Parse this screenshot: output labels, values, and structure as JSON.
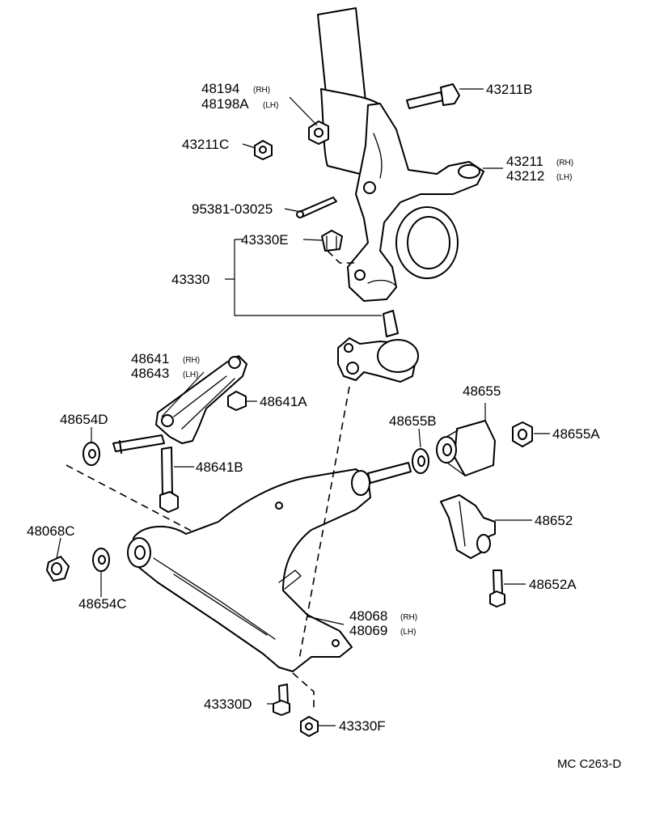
{
  "diagram_code": "MC C263-D",
  "labels": {
    "p48194": "48194",
    "p48194_side": "(RH)",
    "p48198A": "48198A",
    "p48198A_side": "(LH)",
    "p43211B": "43211B",
    "p43211C": "43211C",
    "p43211": "43211",
    "p43211_side": "(RH)",
    "p43212": "43212",
    "p43212_side": "(LH)",
    "p95381": "95381-03025",
    "p43330E": "43330E",
    "p43330": "43330",
    "p48641": "48641",
    "p48641_side": "(RH)",
    "p48643": "48643",
    "p48643_side": "(LH)",
    "p48641A": "48641A",
    "p48654D": "48654D",
    "p48641B": "48641B",
    "p48655": "48655",
    "p48655B": "48655B",
    "p48655A": "48655A",
    "p48652": "48652",
    "p48652A": "48652A",
    "p48068C": "48068C",
    "p48654C": "48654C",
    "p48068": "48068",
    "p48068_side": "(RH)",
    "p48069": "48069",
    "p48069_side": "(LH)",
    "p43330D": "43330D",
    "p43330F": "43330F"
  }
}
